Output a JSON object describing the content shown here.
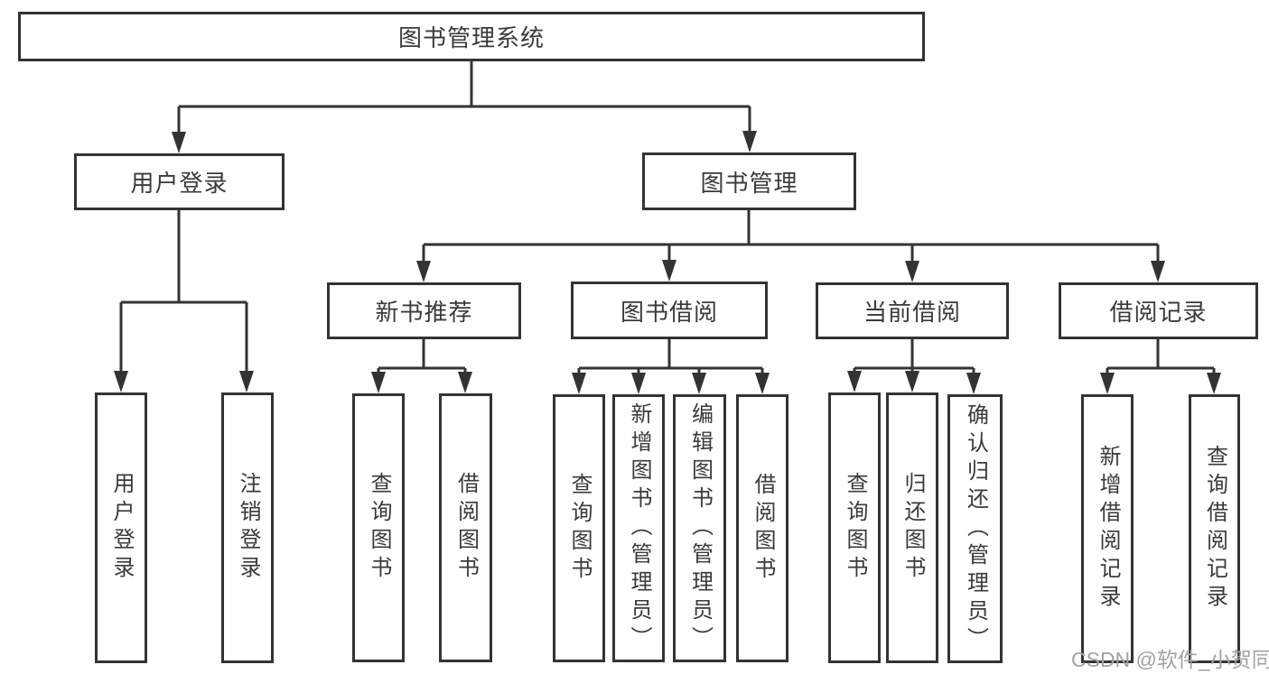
{
  "title": "图书管理系统",
  "nodes": {
    "root": "图书管理系统",
    "user_login": "用户登录",
    "book_mgmt": "图书管理",
    "new_book_rec": "新书推荐",
    "book_borrow": "图书借阅",
    "current_borrow": "当前借阅",
    "borrow_records": "借阅记录",
    "leaf_user_login": "用户登录",
    "leaf_logout": "注销登录",
    "leaf_query_book_rec": "查询图书",
    "leaf_borrow_book_rec": "借阅图书",
    "leaf_query_book_borrow": "查询图书",
    "leaf_add_book_admin": "新增图书（管理员）",
    "leaf_edit_book_admin": "编辑图书（管理员）",
    "leaf_borrow_book_borrow": "借阅图书",
    "leaf_query_book_current": "查询图书",
    "leaf_return_book": "归还图书",
    "leaf_confirm_return_admin": "确认归还（管理员）",
    "leaf_add_borrow_record": "新增借阅记录",
    "leaf_query_borrow_record": "查询借阅记录"
  },
  "watermark": "CSDN @软件_小贺同学",
  "colors": {
    "line": "#333333",
    "text": "#3a3a3a",
    "watermark": "#a2a2a2",
    "background": "#ffffff"
  },
  "diagram_type": "hierarchy-tree"
}
